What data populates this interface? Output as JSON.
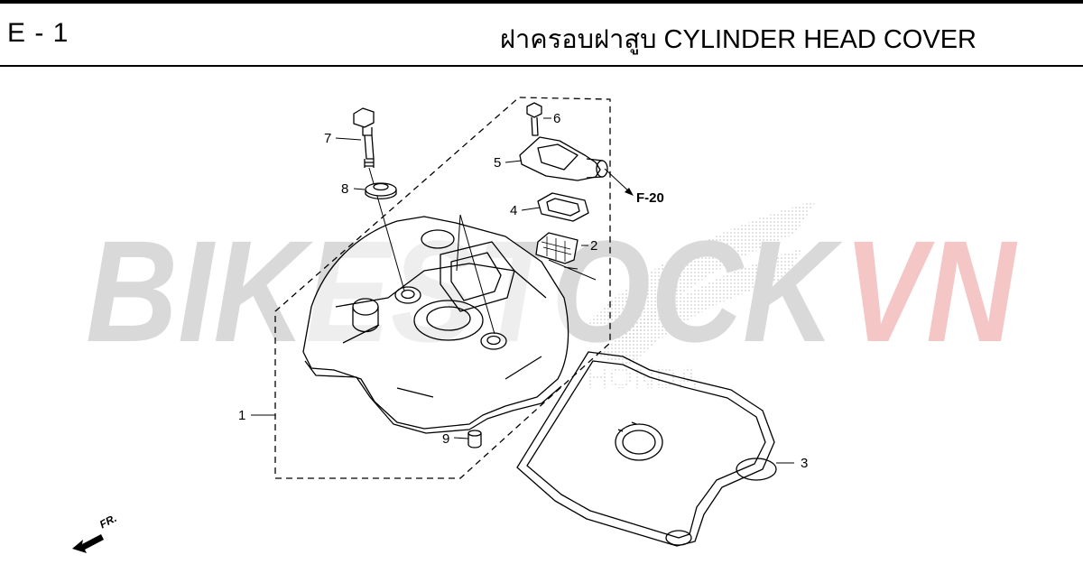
{
  "header": {
    "section_code": "E - 1",
    "title": "ฝาครอบฝาสูบ  CYLINDER HEAD COVER"
  },
  "watermark": {
    "text_part1": "BIKESTOCK",
    "text_part2": "VN",
    "brand": "HONDA"
  },
  "callouts": {
    "c1": "1",
    "c2": "2",
    "c3": "3",
    "c4": "4",
    "c5": "5",
    "c6": "6",
    "c7": "7",
    "c8": "8",
    "c9": "9"
  },
  "reference": "F-20",
  "front_indicator": "FR.",
  "colors": {
    "watermark_gray": "#d8d8d8",
    "watermark_red": "#f4c4c4",
    "line": "#000000"
  }
}
